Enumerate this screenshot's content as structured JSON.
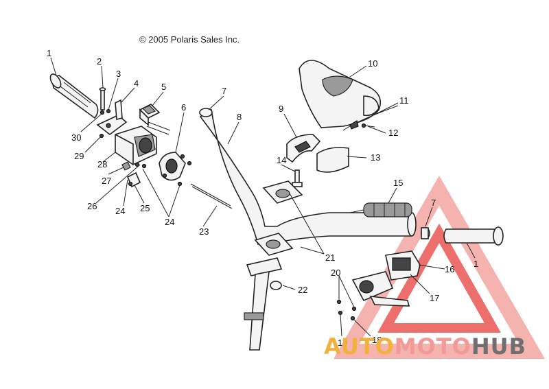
{
  "copyright": "© 2005 Polaris Sales Inc.",
  "callouts": [
    "1",
    "2",
    "3",
    "4",
    "5",
    "6",
    "7",
    "8",
    "9",
    "10",
    "11",
    "12",
    "13",
    "14",
    "15",
    "7",
    "1",
    "16",
    "17",
    "20",
    "19",
    "18",
    "22",
    "21",
    "23",
    "24",
    "25",
    "24",
    "26",
    "27",
    "28",
    "29",
    "30"
  ],
  "watermark": {
    "part_a": "AUTO",
    "part_b": "MOTO",
    "part_c": "HUB",
    "colors": {
      "red": "#e8403a",
      "orange": "#f2b13c",
      "pink": "#f29a96",
      "gray": "#6f6f6f"
    }
  },
  "parts": [
    {
      "name": "grip-left-icon"
    },
    {
      "name": "handlebar-icon"
    },
    {
      "name": "pod-cover-icon"
    },
    {
      "name": "throttle-block-icon"
    },
    {
      "name": "brake-master-cylinder-icon"
    },
    {
      "name": "steering-post-icon"
    }
  ]
}
